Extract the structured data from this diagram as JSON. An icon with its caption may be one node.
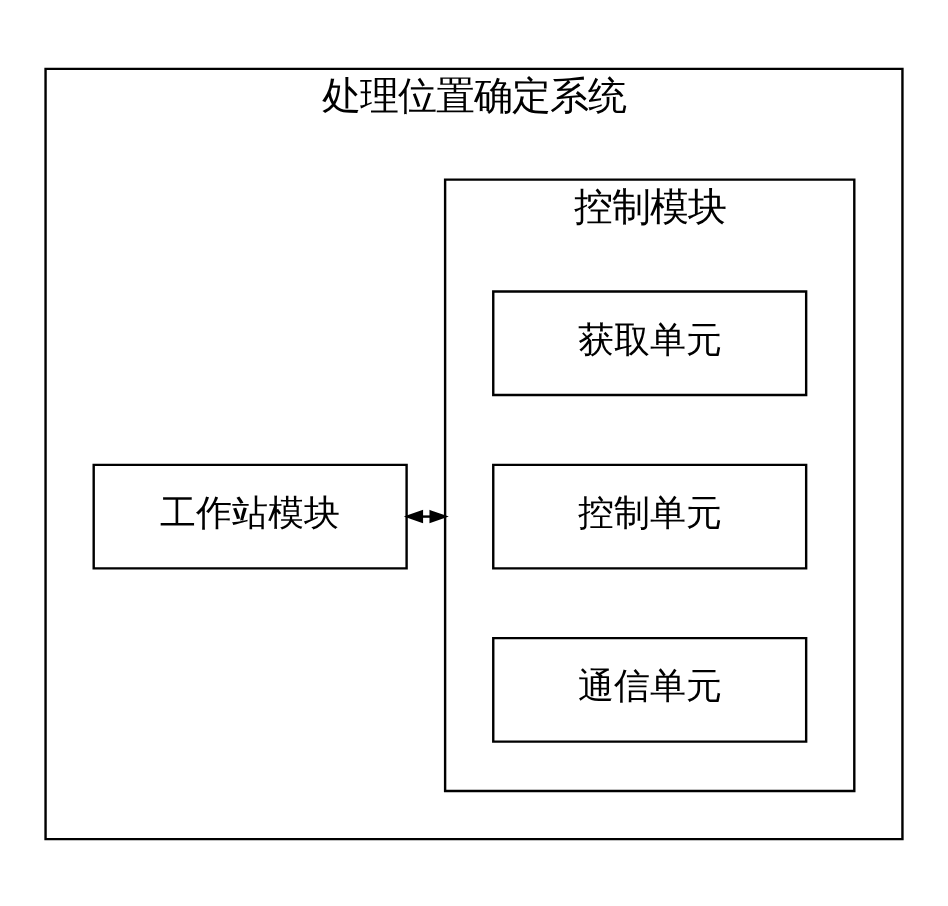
{
  "diagram": {
    "nodes": [
      {
        "text": [
          "处理位置确定系统"
        ]
      },
      {
        "text": [
          "工作站模块"
        ],
        "in": 0
      },
      {
        "text": [
          "控制模块"
        ],
        "in": 0
      },
      {
        "text": [
          "获取单元"
        ],
        "in": 2
      },
      {
        "text": [
          "控制单元"
        ],
        "in": 2
      },
      {
        "text": [
          "通信单元"
        ],
        "in": 2
      }
    ],
    "edges": [
      {
        "from": 1,
        "to": 2,
        "arrow": "both"
      }
    ]
  }
}
